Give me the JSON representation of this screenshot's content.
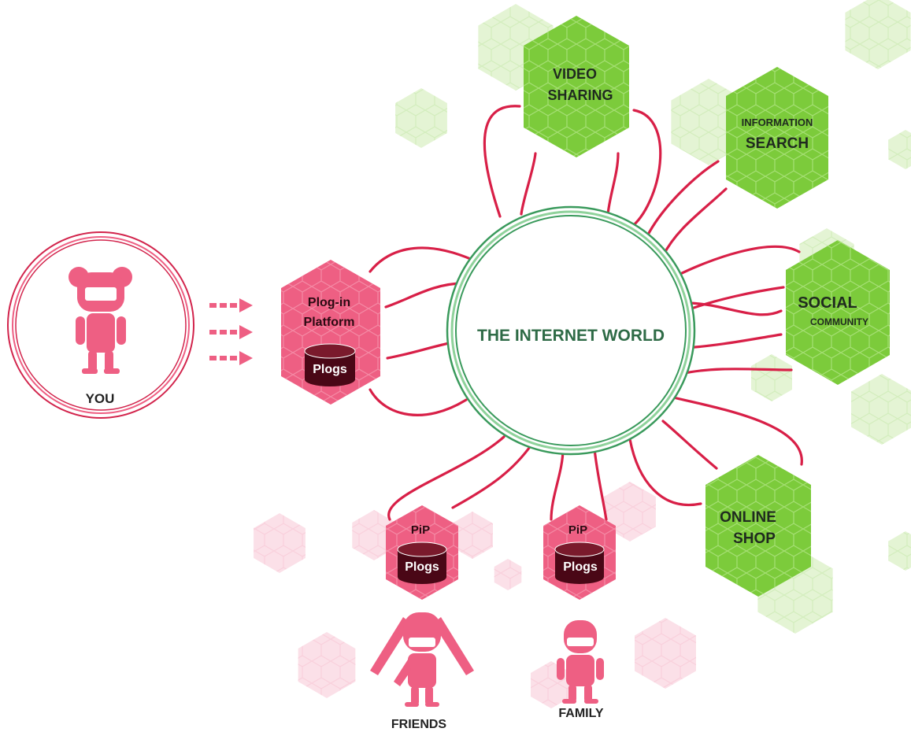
{
  "colors": {
    "pink": "#ee5f83",
    "pink_dark": "#d2244c",
    "pink_faint": "#fbe0e8",
    "green": "#7ccb3b",
    "green_dark": "#5aa626",
    "green_faint": "#e4f4d4",
    "dark_green_text": "#2e6b46",
    "ring_green": "#3a9a5c",
    "link_red": "#d81f47",
    "db_dark": "#4a0716",
    "node_text": "#1f2a1f"
  },
  "center": {
    "label": "THE INTERNET WORLD"
  },
  "you": {
    "label": "YOU",
    "icon": "robot-user-icon"
  },
  "platform": {
    "line1": "Plog-in",
    "line2": "Platform",
    "db_label": "Plogs",
    "icon": "database-icon"
  },
  "services": {
    "video": {
      "line1": "VIDEO",
      "line2": "SHARING"
    },
    "search": {
      "line1": "INFORMATION",
      "line2": "SEARCH"
    },
    "social": {
      "line1": "SOCIAL",
      "line2": "COMMUNITY"
    },
    "shop": {
      "line1": "ONLINE",
      "line2": "SHOP"
    }
  },
  "peers": {
    "friends": {
      "pip": "PiP",
      "db_label": "Plogs",
      "label": "FRIENDS",
      "icon": "robot-twintail-icon"
    },
    "family": {
      "pip": "PiP",
      "db_label": "Plogs",
      "label": "FAMILY",
      "icon": "robot-helmet-icon"
    }
  },
  "arrows": {
    "icon": "dashed-arrow-icon",
    "count": 3
  }
}
